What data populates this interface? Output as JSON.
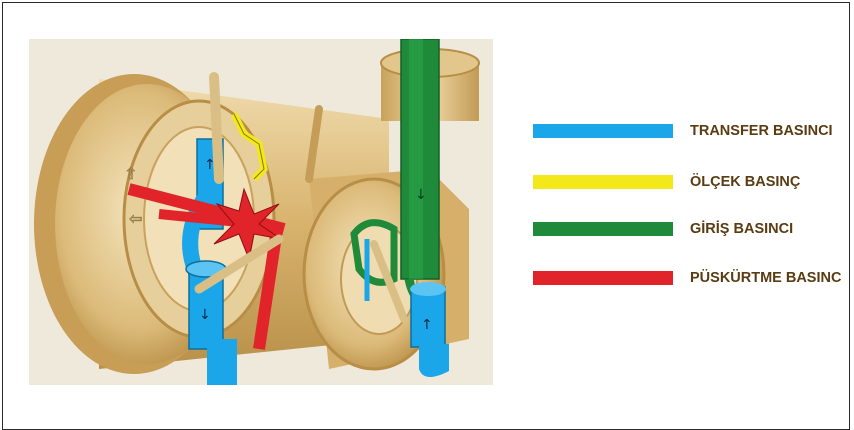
{
  "colors": {
    "transfer": "#1aa6e8",
    "scale": "#f2e81a",
    "inlet": "#1e8a3a",
    "injection": "#e0242a",
    "legend_text": "#5a3c12",
    "metal_light": "#e8cf99",
    "metal_mid": "#d3ad65",
    "metal_dark": "#b48a43"
  },
  "legend": [
    {
      "label": "TRANSFER BASINCI",
      "color": "#1aa6e8"
    },
    {
      "label": "ÖLÇEK BASINÇ",
      "color": "#f2e81a"
    },
    {
      "label": "GİRİŞ BASINCI",
      "color": "#1e8a3a"
    },
    {
      "label": "PÜSKÜRTME BASINC",
      "color": "#e0242a"
    }
  ],
  "illustration": {
    "subject": "fuel pump cutaway",
    "icons": [
      "flow-arrow-icon"
    ]
  }
}
